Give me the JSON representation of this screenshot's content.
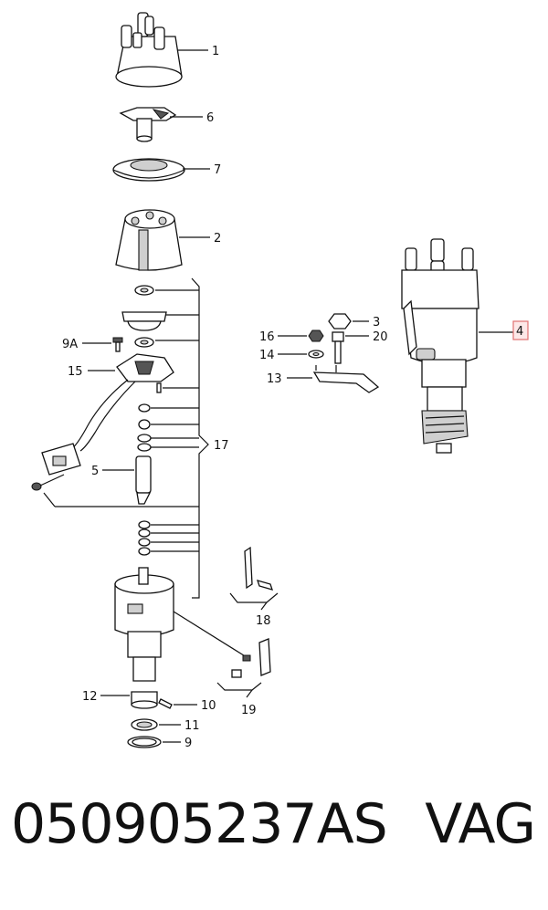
{
  "callouts": {
    "c1": "1",
    "c6": "6",
    "c7": "7",
    "c2": "2",
    "c3": "3",
    "c20": "20",
    "c16": "16",
    "c14": "14",
    "c13": "13",
    "c4": "4",
    "c9a": "9A",
    "c15": "15",
    "c17": "17",
    "c5": "5",
    "c18": "18",
    "c19": "19",
    "c12": "12",
    "c10": "10",
    "c11": "11",
    "c9": "9"
  },
  "footer": {
    "part_number": "050905237AS",
    "brand": "VAG"
  },
  "colors": {
    "highlight_border": "#e07070",
    "highlight_fill": "#fde8e8"
  }
}
